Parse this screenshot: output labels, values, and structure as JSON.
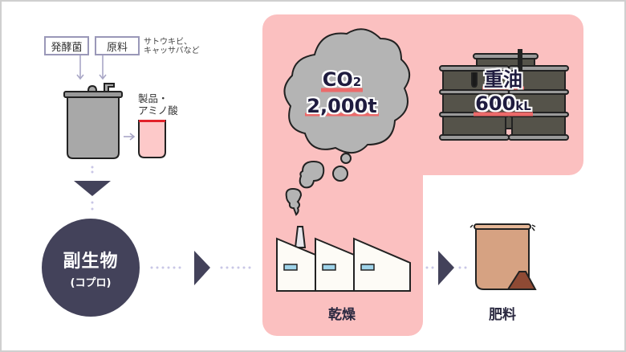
{
  "inputs": {
    "bacteria_label": "発酵菌",
    "material_label": "原料",
    "material_note_line1": "サトウキビ、",
    "material_note_line2": "キャッサバなど"
  },
  "product": {
    "label_line1": "製品・",
    "label_line2": "アミノ酸"
  },
  "byproduct": {
    "title": "副生物",
    "subtitle": "(コプロ)"
  },
  "emissions": {
    "co2_label": "CO",
    "co2_subscript": "2",
    "co2_amount": "2,000t",
    "oil_label": "重油",
    "oil_amount": "600",
    "oil_unit": "kL"
  },
  "steps": {
    "drying": "乾燥",
    "fertilizer": "肥料"
  },
  "colors": {
    "highlight_panel": "#fbc0c0",
    "dark_navy": "#43425a",
    "accent_underline": "#ec6a6a",
    "dotted_line": "#c8c6e6"
  }
}
